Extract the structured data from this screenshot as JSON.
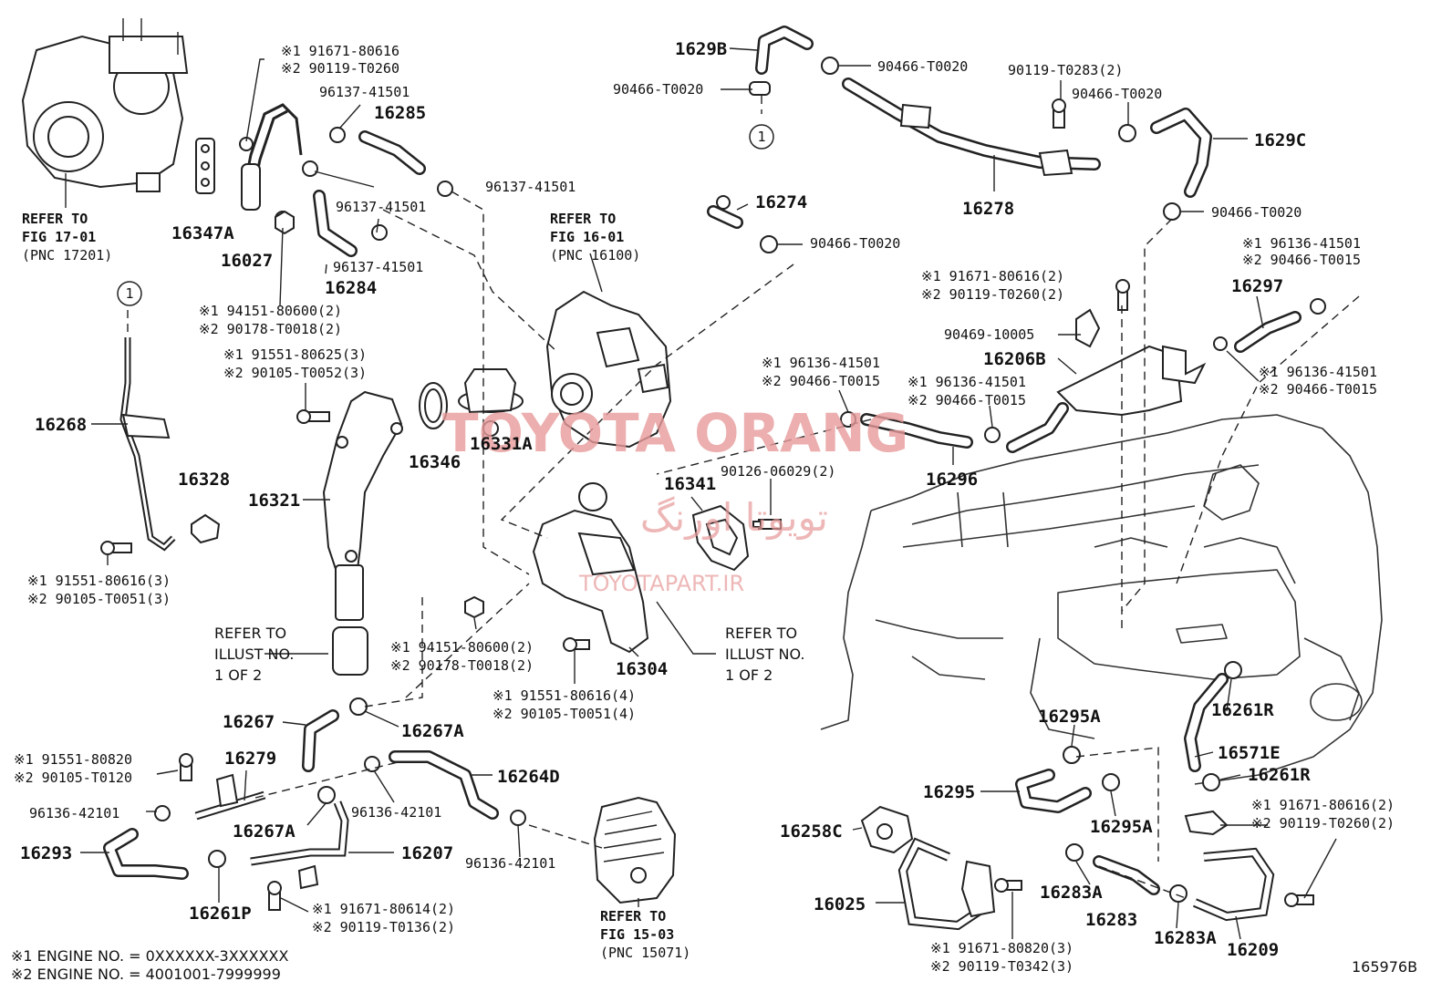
{
  "watermark": {
    "line1": "TOYOTA ORANG",
    "line2": "تویوتا اورنگ",
    "line3": "TOYOTAPART.IR"
  },
  "diagram_id": "165976B",
  "footnotes": [
    "※1  ENGINE NO. = 0XXXXXX-3XXXXXX",
    "※2  ENGINE NO. = 4001001-7999999"
  ],
  "references": {
    "fig17": [
      "REFER TO",
      "FIG 17-01",
      "(PNC 17201)"
    ],
    "fig16": [
      "REFER TO",
      "FIG 16-01",
      "(PNC 16100)"
    ],
    "fig15": [
      "REFER TO",
      "FIG 15-03",
      "(PNC 15071)"
    ],
    "illust_left": [
      "REFER TO",
      "ILLUST NO.",
      "1 OF 2"
    ],
    "illust_right": [
      "REFER TO",
      "ILLUST NO.",
      "1 OF 2"
    ]
  },
  "callout_marker": "1",
  "parts": {
    "p1629B": "1629B",
    "p1629C": "1629C",
    "p16278": "16278",
    "p16274": "16274",
    "p16285": "16285",
    "p16347A": "16347A",
    "p16027": "16027",
    "p16284": "16284",
    "p16268": "16268",
    "p16328": "16328",
    "p16321": "16321",
    "p16346": "16346",
    "p16331A": "16331A",
    "p16341": "16341",
    "p16304": "16304",
    "p16297": "16297",
    "p16206B": "16206B",
    "p16296": "16296",
    "p16267": "16267",
    "p16267A_1": "16267A",
    "p16279": "16279",
    "p16264D": "16264D",
    "p16267A_2": "16267A",
    "p16293": "16293",
    "p16207": "16207",
    "p16261P": "16261P",
    "p16295A_1": "16295A",
    "p16261R_1": "16261R",
    "p16571E": "16571E",
    "p16261R_2": "16261R",
    "p16295": "16295",
    "p16295A_2": "16295A",
    "p16258C": "16258C",
    "p16025": "16025",
    "p16283A_1": "16283A",
    "p16283": "16283",
    "p16283A_2": "16283A",
    "p16209": "16209"
  },
  "codes": {
    "c_90466_T0020_a": "90466-T0020",
    "c_90466_T0020_b": "90466-T0020",
    "c_90119_T0283": "90119-T0283(2)",
    "c_90466_T0020_c": "90466-T0020",
    "c_90466_T0020_d": "90466-T0020",
    "c_90466_T0020_e": "90466-T0020",
    "c_96137_41501_a": "96137-41501",
    "c_96137_41501_b": "96137-41501",
    "c_96137_41501_c": "96137-41501",
    "c_96137_41501_d": "96137-41501",
    "c_91671_80616_top": "※1 91671-80616",
    "c_90119_T0260_top": "※2 90119-T0260",
    "c_94151_80600_a": "※1 94151-80600(2)",
    "c_90178_T0018_a": "※2 90178-T0018(2)",
    "c_91551_80625": "※1 91551-80625(3)",
    "c_90105_T0052": "※2 90105-T0052(3)",
    "c_91551_80616_3": "※1 91551-80616(3)",
    "c_90105_T0051_3": "※2 90105-T0051(3)",
    "c_96136_41501_r1": "※1 96136-41501",
    "c_90466_T0015_r1": "※2 90466-T0015",
    "c_91671_80616_2": "※1 91671-80616(2)",
    "c_90119_T0260_2": "※2 90119-T0260(2)",
    "c_90469_10005": "90469-10005",
    "c_96136_41501_r2": "※1 96136-41501",
    "c_90466_T0015_r2": "※2 90466-T0015",
    "c_96136_41501_m1": "※1 96136-41501",
    "c_90466_T0015_m1": "※2 90466-T0015",
    "c_96136_41501_m2": "※1 96136-41501",
    "c_90466_T0015_m2": "※2 90466-T0015",
    "c_90126_06029": "90126-06029(2)",
    "c_94151_80600_b": "※1 94151-80600(2)",
    "c_90178_T0018_b": "※2 90178-T0018(2)",
    "c_91551_80616_4": "※1 91551-80616(4)",
    "c_90105_T0051_4": "※2 90105-T0051(4)",
    "c_91551_80820": "※1 91551-80820",
    "c_90105_T0120": "※2 90105-T0120",
    "c_96136_42101_a": "96136-42101",
    "c_96136_42101_b": "96136-42101",
    "c_96136_42101_c": "96136-42101",
    "c_91671_80614": "※1 91671-80614(2)",
    "c_90119_T0136": "※2 90119-T0136(2)",
    "c_91671_80616_b2": "※1 91671-80616(2)",
    "c_90119_T0260_b2": "※2 90119-T0260(2)",
    "c_91671_80820_3": "※1 91671-80820(3)",
    "c_90119_T0342_3": "※2 90119-T0342(3)"
  }
}
